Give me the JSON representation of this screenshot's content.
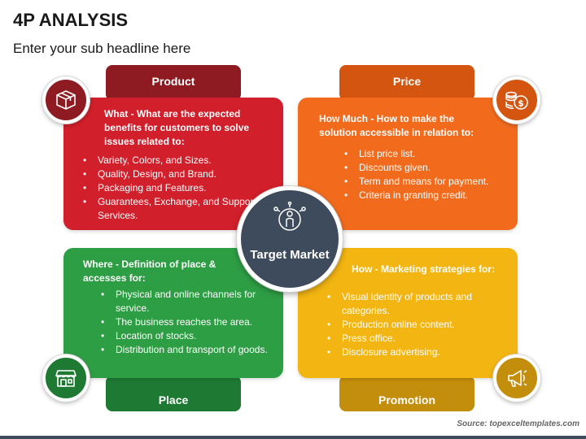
{
  "header": {
    "title": "4P ANALYSIS",
    "subtitle": "Enter your sub headline here"
  },
  "center": {
    "label": "Target Market",
    "icon": "target-market-icon",
    "color": "#3d4b5c"
  },
  "product": {
    "tab_label": "Product",
    "head": "What - What are the expected benefits for customers to solve issues related to:",
    "items": [
      "Variety, Colors, and Sizes.",
      "Quality, Design, and Brand.",
      "Packaging and Features.",
      "Guarantees, Exchange, and Support Services."
    ],
    "icon": "box-icon",
    "color": "#d11f2b"
  },
  "price": {
    "tab_label": "Price",
    "head": "How Much - How to make the solution accessible in relation to:",
    "items": [
      "List price list.",
      "Discounts given.",
      "Term and means for payment.",
      "Criteria in granting credit."
    ],
    "icon": "coins-icon",
    "color": "#f26b1d"
  },
  "place": {
    "tab_label": "Place",
    "head": "Where - Definition of place & accesses for:",
    "items": [
      "Physical and online channels for service.",
      "The business reaches the area.",
      "Location of stocks.",
      "Distribution and transport of goods."
    ],
    "icon": "store-icon",
    "color": "#2e9e45"
  },
  "promotion": {
    "tab_label": "Promotion",
    "head": "How - Marketing strategies for:",
    "items": [
      "Visual identity of products and categories.",
      "Production online content.",
      "Press office.",
      "Disclosure advertising."
    ],
    "icon": "megaphone-icon",
    "color": "#f3b512"
  },
  "footer": {
    "source": "Source: topexceltemplates.com"
  }
}
